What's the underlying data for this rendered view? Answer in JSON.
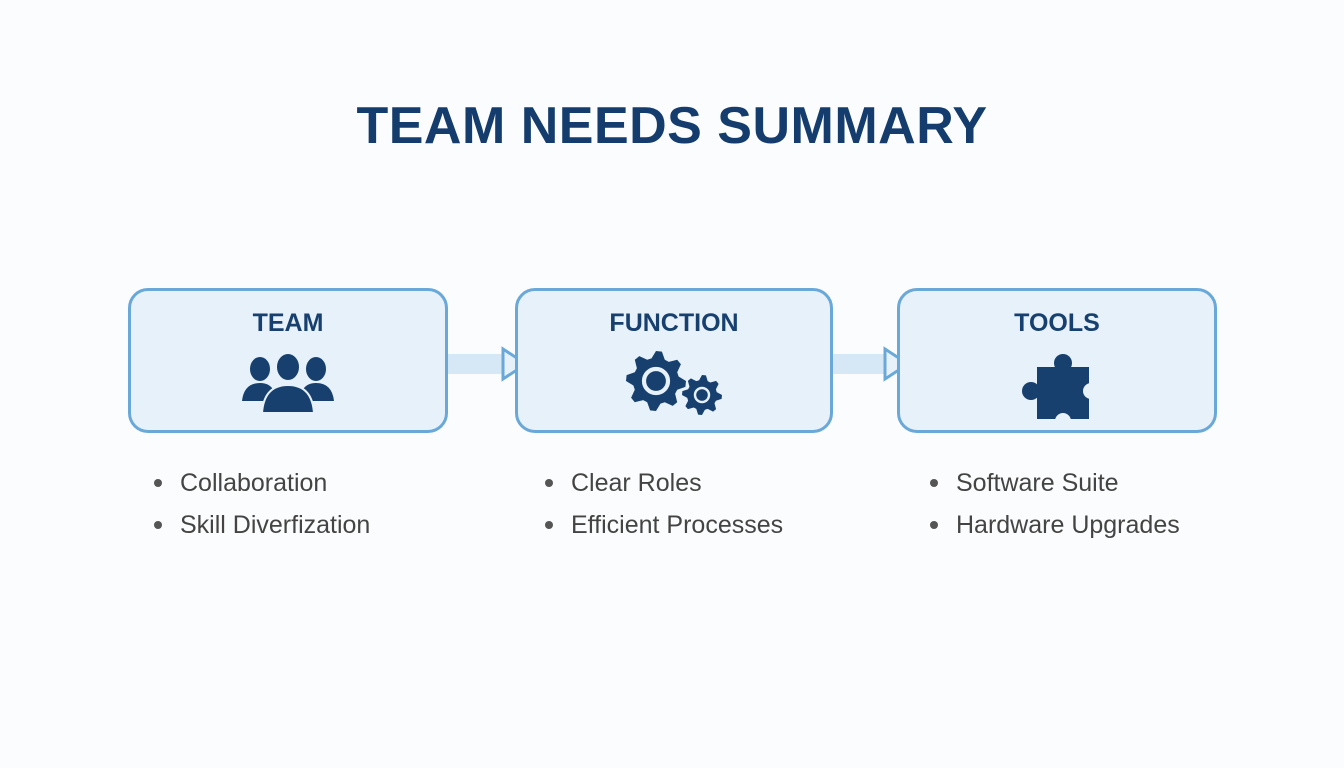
{
  "title": "TEAM NEEDS SUMMARY",
  "colors": {
    "title": "#143d6e",
    "box_border": "#6aa8d8",
    "box_fill": "#e6f1fa",
    "icon": "#17406f"
  },
  "stages": [
    {
      "label": "TEAM",
      "icon": "people-group-icon",
      "bullets": [
        "Collaboration",
        "Skill Diverfization"
      ]
    },
    {
      "label": "FUNCTION",
      "icon": "gears-icon",
      "bullets": [
        "Clear Roles",
        "Efficient Processes"
      ]
    },
    {
      "label": "TOOLS",
      "icon": "puzzle-piece-icon",
      "bullets": [
        "Software Suite",
        "Hardware Upgrades"
      ]
    }
  ]
}
